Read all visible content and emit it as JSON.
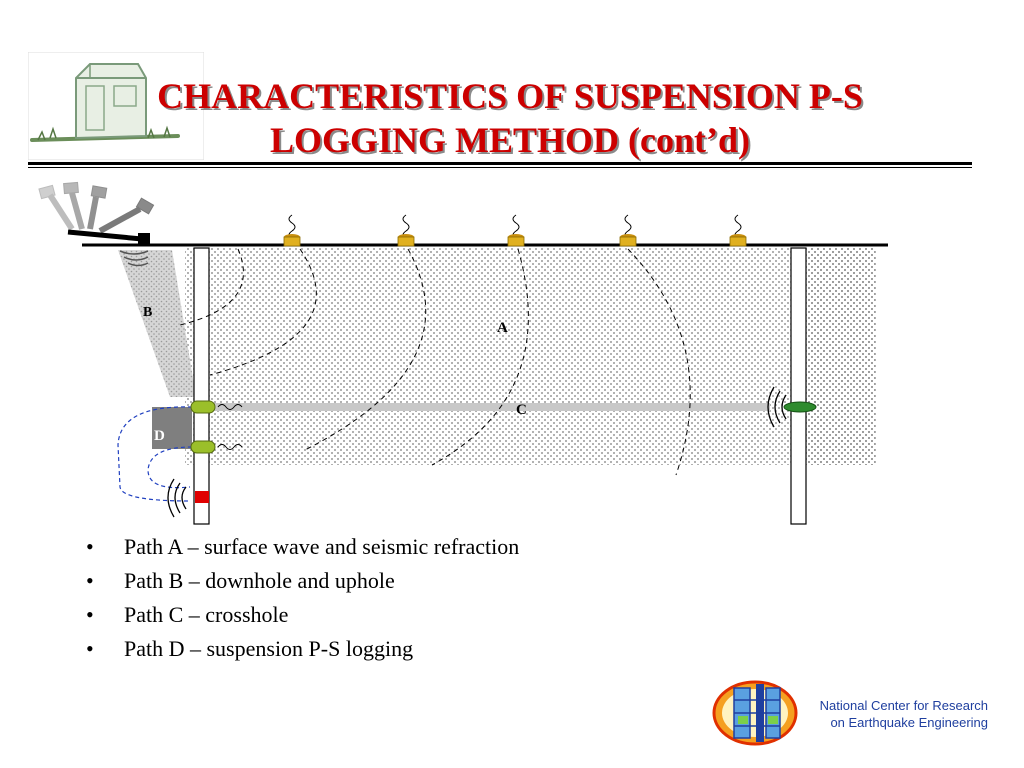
{
  "slide": {
    "title_line1": "CHARACTERISTICS OF SUSPENSION P-S",
    "title_line2": "LOGGING METHOD (cont’d)"
  },
  "diagram": {
    "labels": {
      "a": "A",
      "b": "B",
      "c": "C",
      "d": "D"
    },
    "colors": {
      "soil_dots": "#7a7a7a",
      "geophone": "#d4a017",
      "probe_green": "#9bbf2a",
      "receiver_green": "#2e8b2e",
      "source_red": "#e00000",
      "cable_blue": "#2040c0",
      "crosshole_path": "#c8c8c8",
      "logging_box": "#7f7f7f"
    },
    "icons": [
      "hammer-icon",
      "geophone-icon",
      "wave-arcs-icon"
    ]
  },
  "bullets": [
    {
      "symbol": "•",
      "path": "Path A",
      "dash": "–",
      "text": "surface wave and seismic refraction"
    },
    {
      "symbol": "•",
      "path": "Path B",
      "dash": "–",
      "text": "downhole and uphole"
    },
    {
      "symbol": "•",
      "path": "Path C",
      "dash": "–",
      "text": "crosshole"
    },
    {
      "symbol": "•",
      "path": "Path D",
      "dash": "–",
      "text": "suspension P-S logging"
    }
  ],
  "footer": {
    "org_line1": "National Center for Research",
    "org_line2": "on Earthquake Engineering"
  }
}
